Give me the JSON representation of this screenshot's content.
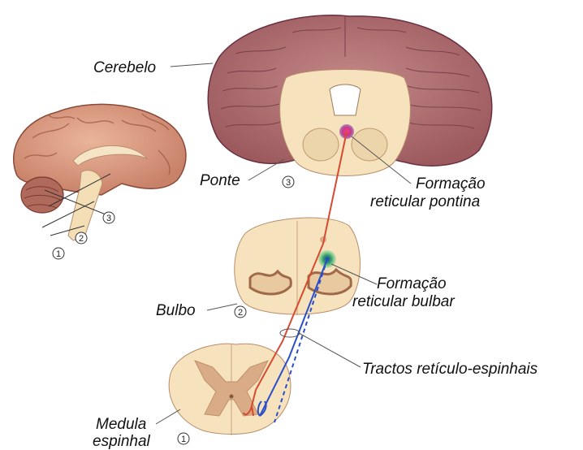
{
  "labels": {
    "cerebelo": "Cerebelo",
    "ponte": "Ponte",
    "formacao_pontina_1": "Formação",
    "formacao_pontina_2": "reticular pontina",
    "formacao_bulbar_1": "Formação",
    "formacao_bulbar_2": "reticular bulbar",
    "bulbo": "Bulbo",
    "tractos": "Tractos retículo-espinhais",
    "medula_1": "Medula",
    "medula_2": "espinhal"
  },
  "section_numbers": {
    "pons": "3",
    "medulla": "2",
    "spinal": "1",
    "brain_1": "1",
    "brain_2": "2",
    "brain_3": "3"
  },
  "colors": {
    "cerebellum": "#b07070",
    "brain_tissue": "#d99a80",
    "stem_tissue": "#f6e3bd",
    "grey_matter": "#d9ab86",
    "pontine_tract": "#d84a30",
    "bulbar_tract": "#2a4ec8",
    "pontine_nucleus": "#c43a8a",
    "bulbar_nucleus": "#48b06a"
  }
}
